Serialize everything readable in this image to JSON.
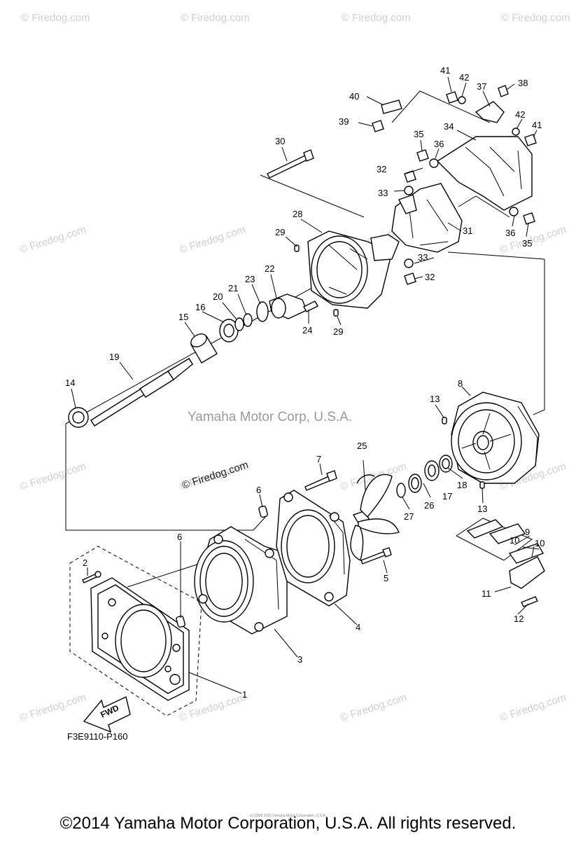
{
  "watermarks": [
    "© Firedog.com",
    "© Firedog.com",
    "© Firedog.com",
    "© Firedog.com",
    "© Firedog.com",
    "© Firedog.com",
    "© Firedog.com",
    "© Firedog.com",
    "© Firedog.com",
    "© Firedog.com",
    "© Firedog.com",
    "© Firedog.com",
    "© Firedog.com",
    "© Firedog.com",
    "© Firedog.com",
    "© Firedog.com"
  ],
  "center_watermark": "Yamaha Motor Corp, U.S.A.",
  "site_credit": "© Firedog.com",
  "fwd_label": "FWD",
  "diagram_code": "F3E9110-P160",
  "tiny_credit": "(c) 2008-2016 Yamaha Motor Corporation, U.S.A.",
  "copyright": "©2014 Yamaha Motor Corporation, U.S.A. All rights reserved.",
  "part_numbers": [
    "1",
    "2",
    "3",
    "4",
    "5",
    "6",
    "6",
    "7",
    "8",
    "9",
    "10",
    "10",
    "11",
    "12",
    "13",
    "13",
    "14",
    "15",
    "16",
    "17",
    "18",
    "19",
    "20",
    "21",
    "22",
    "23",
    "24",
    "25",
    "26",
    "27",
    "28",
    "29",
    "29",
    "30",
    "31",
    "32",
    "32",
    "33",
    "33",
    "34",
    "35",
    "35",
    "36",
    "36",
    "37",
    "38",
    "39",
    "40",
    "41",
    "41",
    "42",
    "42"
  ]
}
